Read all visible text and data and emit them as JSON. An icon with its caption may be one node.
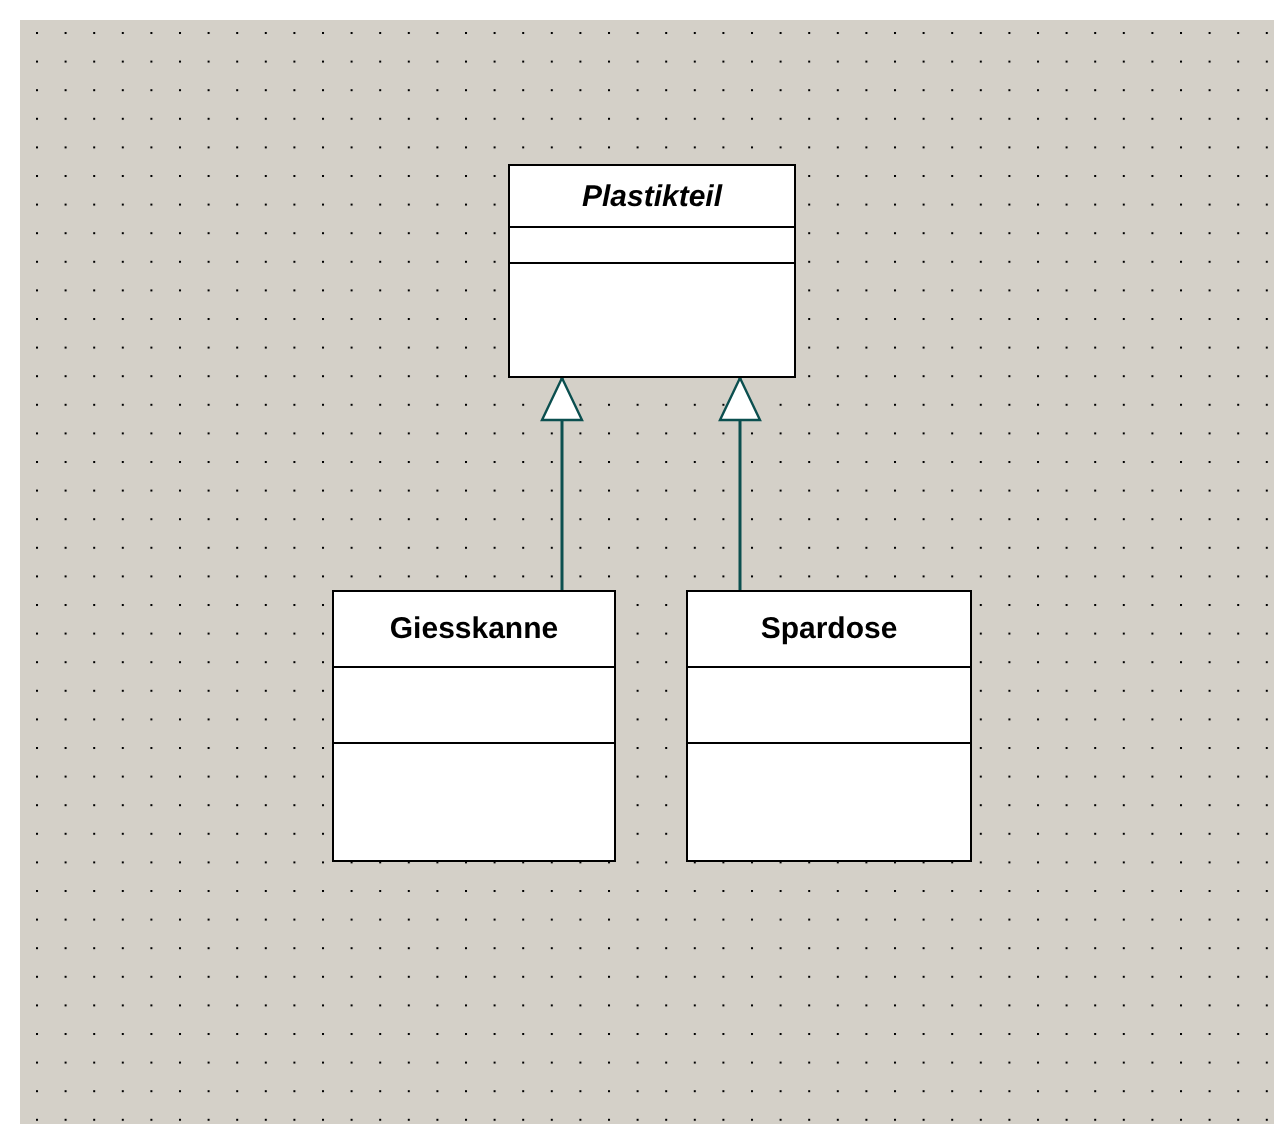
{
  "diagram": {
    "nodes": [
      {
        "text": [
          "Plastikteil"
        ]
      },
      {
        "text": [
          "Giesskanne"
        ]
      },
      {
        "text": [
          "Spardose"
        ]
      }
    ],
    "edges": [
      {
        "from": 1,
        "to": 0,
        "arrow": "to"
      },
      {
        "from": 2,
        "to": 0,
        "arrow": "to"
      }
    ]
  }
}
